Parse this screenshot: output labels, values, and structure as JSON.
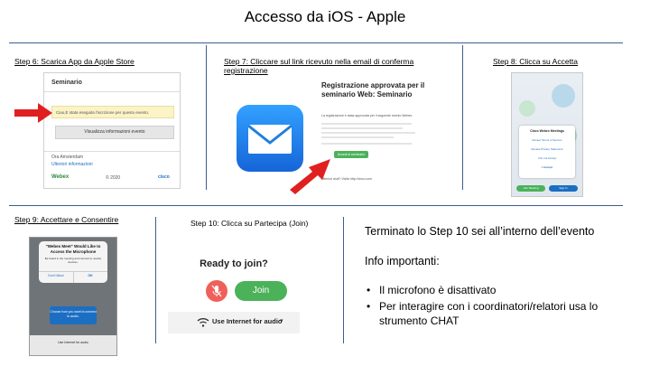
{
  "title": "Accesso da iOS - Apple",
  "steps": {
    "s6": {
      "label": "Step 6: Scarica App da Apple Store",
      "shot": {
        "header": "Seminario",
        "notice": "Ciao,È stata eseguita l'iscrizione per questo evento.",
        "button": "Visualizza informazioni evento",
        "lang": "Ora Amsterdam",
        "link": "Ulteriori informazioni",
        "brand": "Webex",
        "copyright": "© 2020",
        "cisco": "cisco"
      }
    },
    "s7": {
      "label": "Step 7: Cliccare sul link ricevuto nella email di conferma registrazione",
      "shot": {
        "heading": "Registrazione approvata per il seminario Web: Seminario",
        "line1": "La registrazione è stata approvata per il seguente evento Webex.",
        "button": "Accedi al seminario",
        "footer": "Ulteriori aiuti? Visita http://cisco.com"
      }
    },
    "s8": {
      "label": "Step 8: Clicca su Accetta",
      "shot": {
        "dialog_title": "Cisco Webex Meetings",
        "items": [
          "Review Terms of Service",
          "Review Privacy Statement",
          "I Do not Accept",
          "I Accept"
        ],
        "btn_left": "Join Meeting",
        "btn_right": "Sign In"
      }
    },
    "s9": {
      "label": "Step 9: Accettare e Consentire",
      "shot": {
        "alert_title": "\"Webex Meet\" Would Like to Access the Microphone",
        "alert_body": "Be heard in the meeting and connect to nearby devices.",
        "dont_allow": "Don't Allow",
        "ok": "OK",
        "audio_prompt": "Choose how you want to connect to audio.",
        "audio_option": "Use Internet for audio"
      }
    },
    "s10": {
      "label": "Step  10: Clicca su Partecipa (Join)",
      "shot": {
        "ready": "Ready to join?",
        "join": "Join",
        "audio": "Use Internet for audio"
      }
    }
  },
  "info": {
    "line1": "Terminato lo Step 10 sei all’interno dell’evento",
    "line2": "Info importanti:",
    "bullets": [
      "Il microfono è disattivato",
      "Per interagire con i coordinatori/relatori usa lo strumento CHAT"
    ]
  },
  "colors": {
    "rule": "#3d5e8c",
    "arrow": "#e02020",
    "join": "#4bb25a",
    "mail": "#1f7fe0"
  }
}
